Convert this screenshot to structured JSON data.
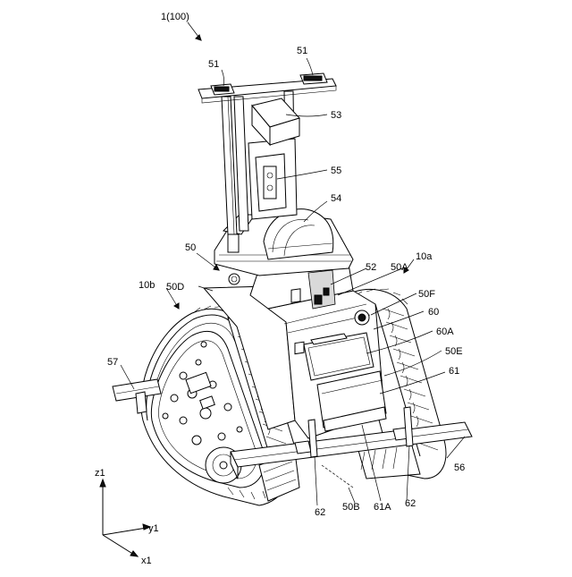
{
  "figure": {
    "reference_labels": {
      "main": "1(100)",
      "sensor_left": "51",
      "sensor_right": "51",
      "camera": "53",
      "column": "55",
      "dome": "54",
      "body": "50",
      "plate_52": "52",
      "part_50A": "50A",
      "track_right": "10a",
      "track_left": "10b",
      "part_50D": "50D",
      "part_50F": "50F",
      "part_60": "60",
      "part_60A": "60A",
      "part_50E": "50E",
      "part_61": "61",
      "bumper_left": "57",
      "bumper_front": "56",
      "part_62_left": "62",
      "part_62_right": "62",
      "part_50B": "50B",
      "part_61A": "61A"
    },
    "axes": {
      "z": "z1",
      "y": "y1",
      "x": "x1"
    }
  }
}
